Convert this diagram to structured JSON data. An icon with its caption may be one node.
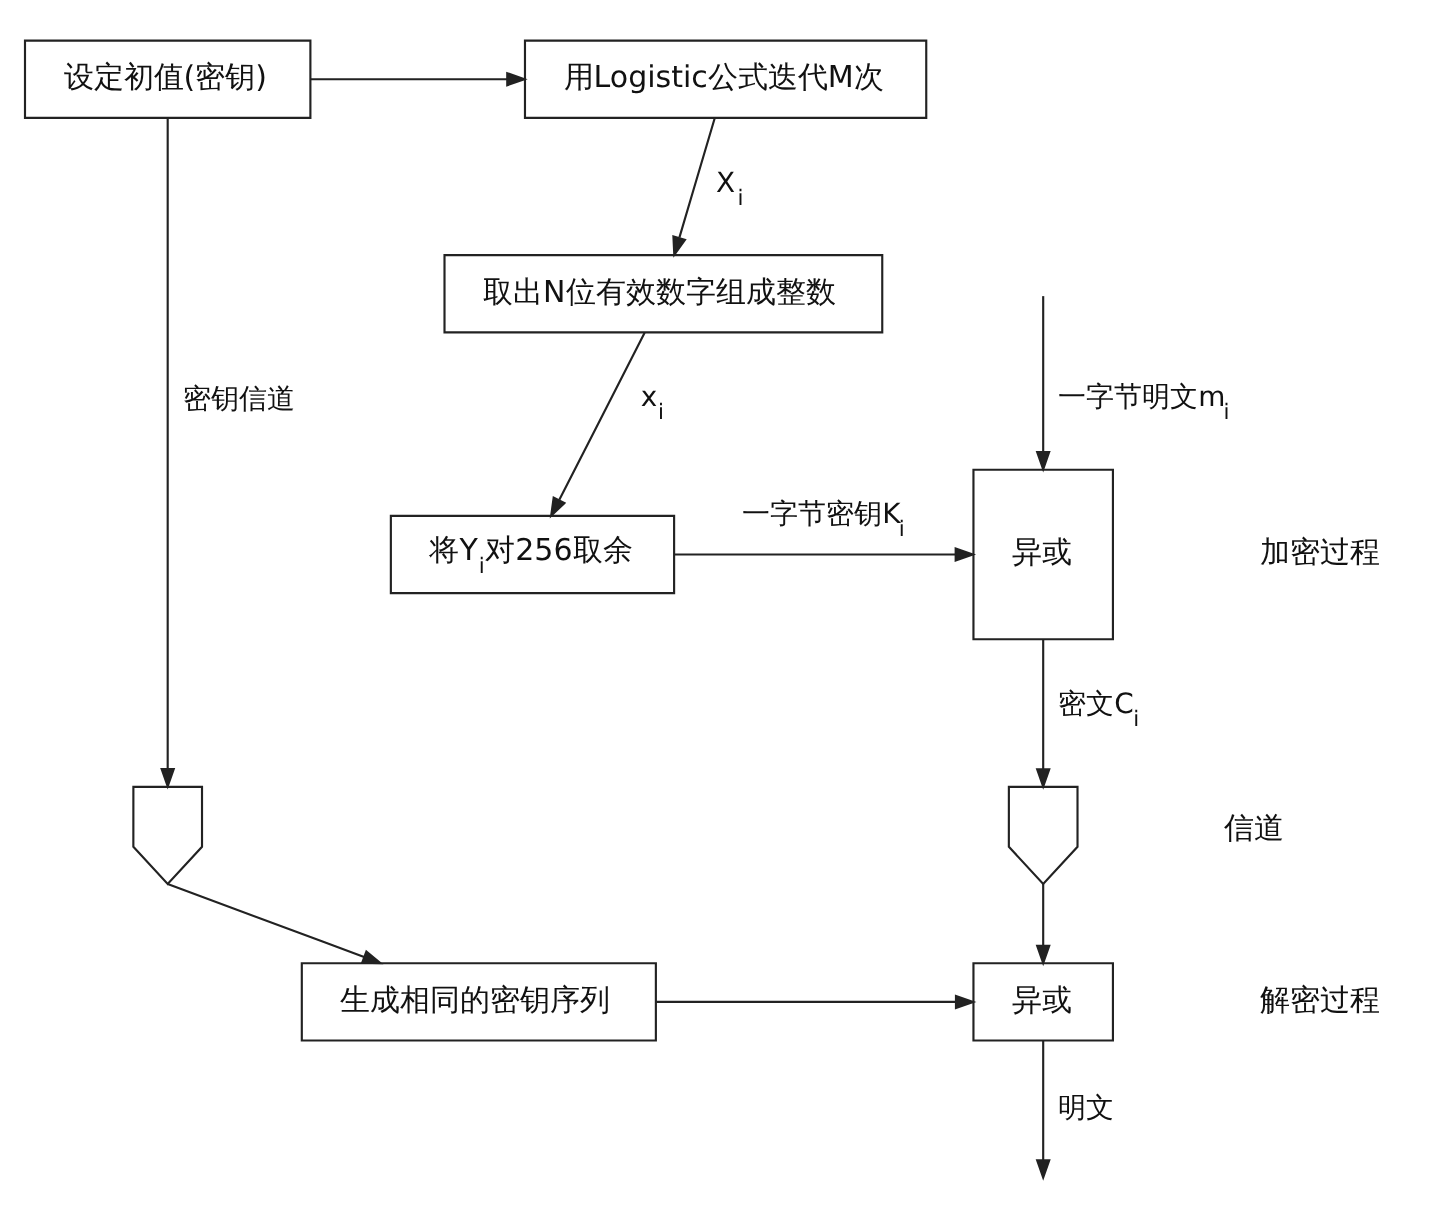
{
  "diagram": {
    "nodes": [
      {
        "text": [
          "设定初值(密钥)"
        ]
      },
      {
        "text": [
          "用Logistic公式迭代M次"
        ]
      },
      {
        "text": [
          "取出N位有效数字组成整数"
        ]
      },
      {
        "text": [
          "将Y$_{i}$对256取余"
        ]
      },
      {
        "text": [
          "异或"
        ]
      },
      {
        "text": [
          "生成相同的密钥序列"
        ]
      },
      {
        "text": [
          "异或"
        ]
      },
      {
        "text": [],
        "shape": "arrow"
      },
      {
        "text": [],
        "shape": "arrow"
      }
    ],
    "edges": [
      {
        "from": 0,
        "to": 1,
        "arrow": "to"
      },
      {
        "from": 1,
        "to": 2,
        "arrow": "to",
        "label": "X$_{i}$"
      },
      {
        "from": 2,
        "to": 3,
        "arrow": "to",
        "label": "x$_{i}$"
      },
      {
        "from": 3,
        "to": 4,
        "arrow": "to",
        "label": "一字节密钥K$_{i}$"
      },
      {
        "from": null,
        "to": 4,
        "arrow": "to",
        "label": "一字节明文m$_{i}$"
      },
      {
        "from": 4,
        "to": 8,
        "arrow": "to",
        "label": "密文C$_{i}$"
      },
      {
        "from": 0,
        "to": 7,
        "arrow": "to",
        "label": "密钥信道"
      },
      {
        "from": 7,
        "to": 5,
        "arrow": "to"
      },
      {
        "from": 5,
        "to": 6,
        "arrow": "to"
      },
      {
        "from": 8,
        "to": 6,
        "arrow": "to"
      },
      {
        "from": 6,
        "to": null,
        "arrow": "to",
        "label": "明文"
      }
    ],
    "labels": [
      "加密过程",
      "信道",
      "解密过程"
    ]
  }
}
